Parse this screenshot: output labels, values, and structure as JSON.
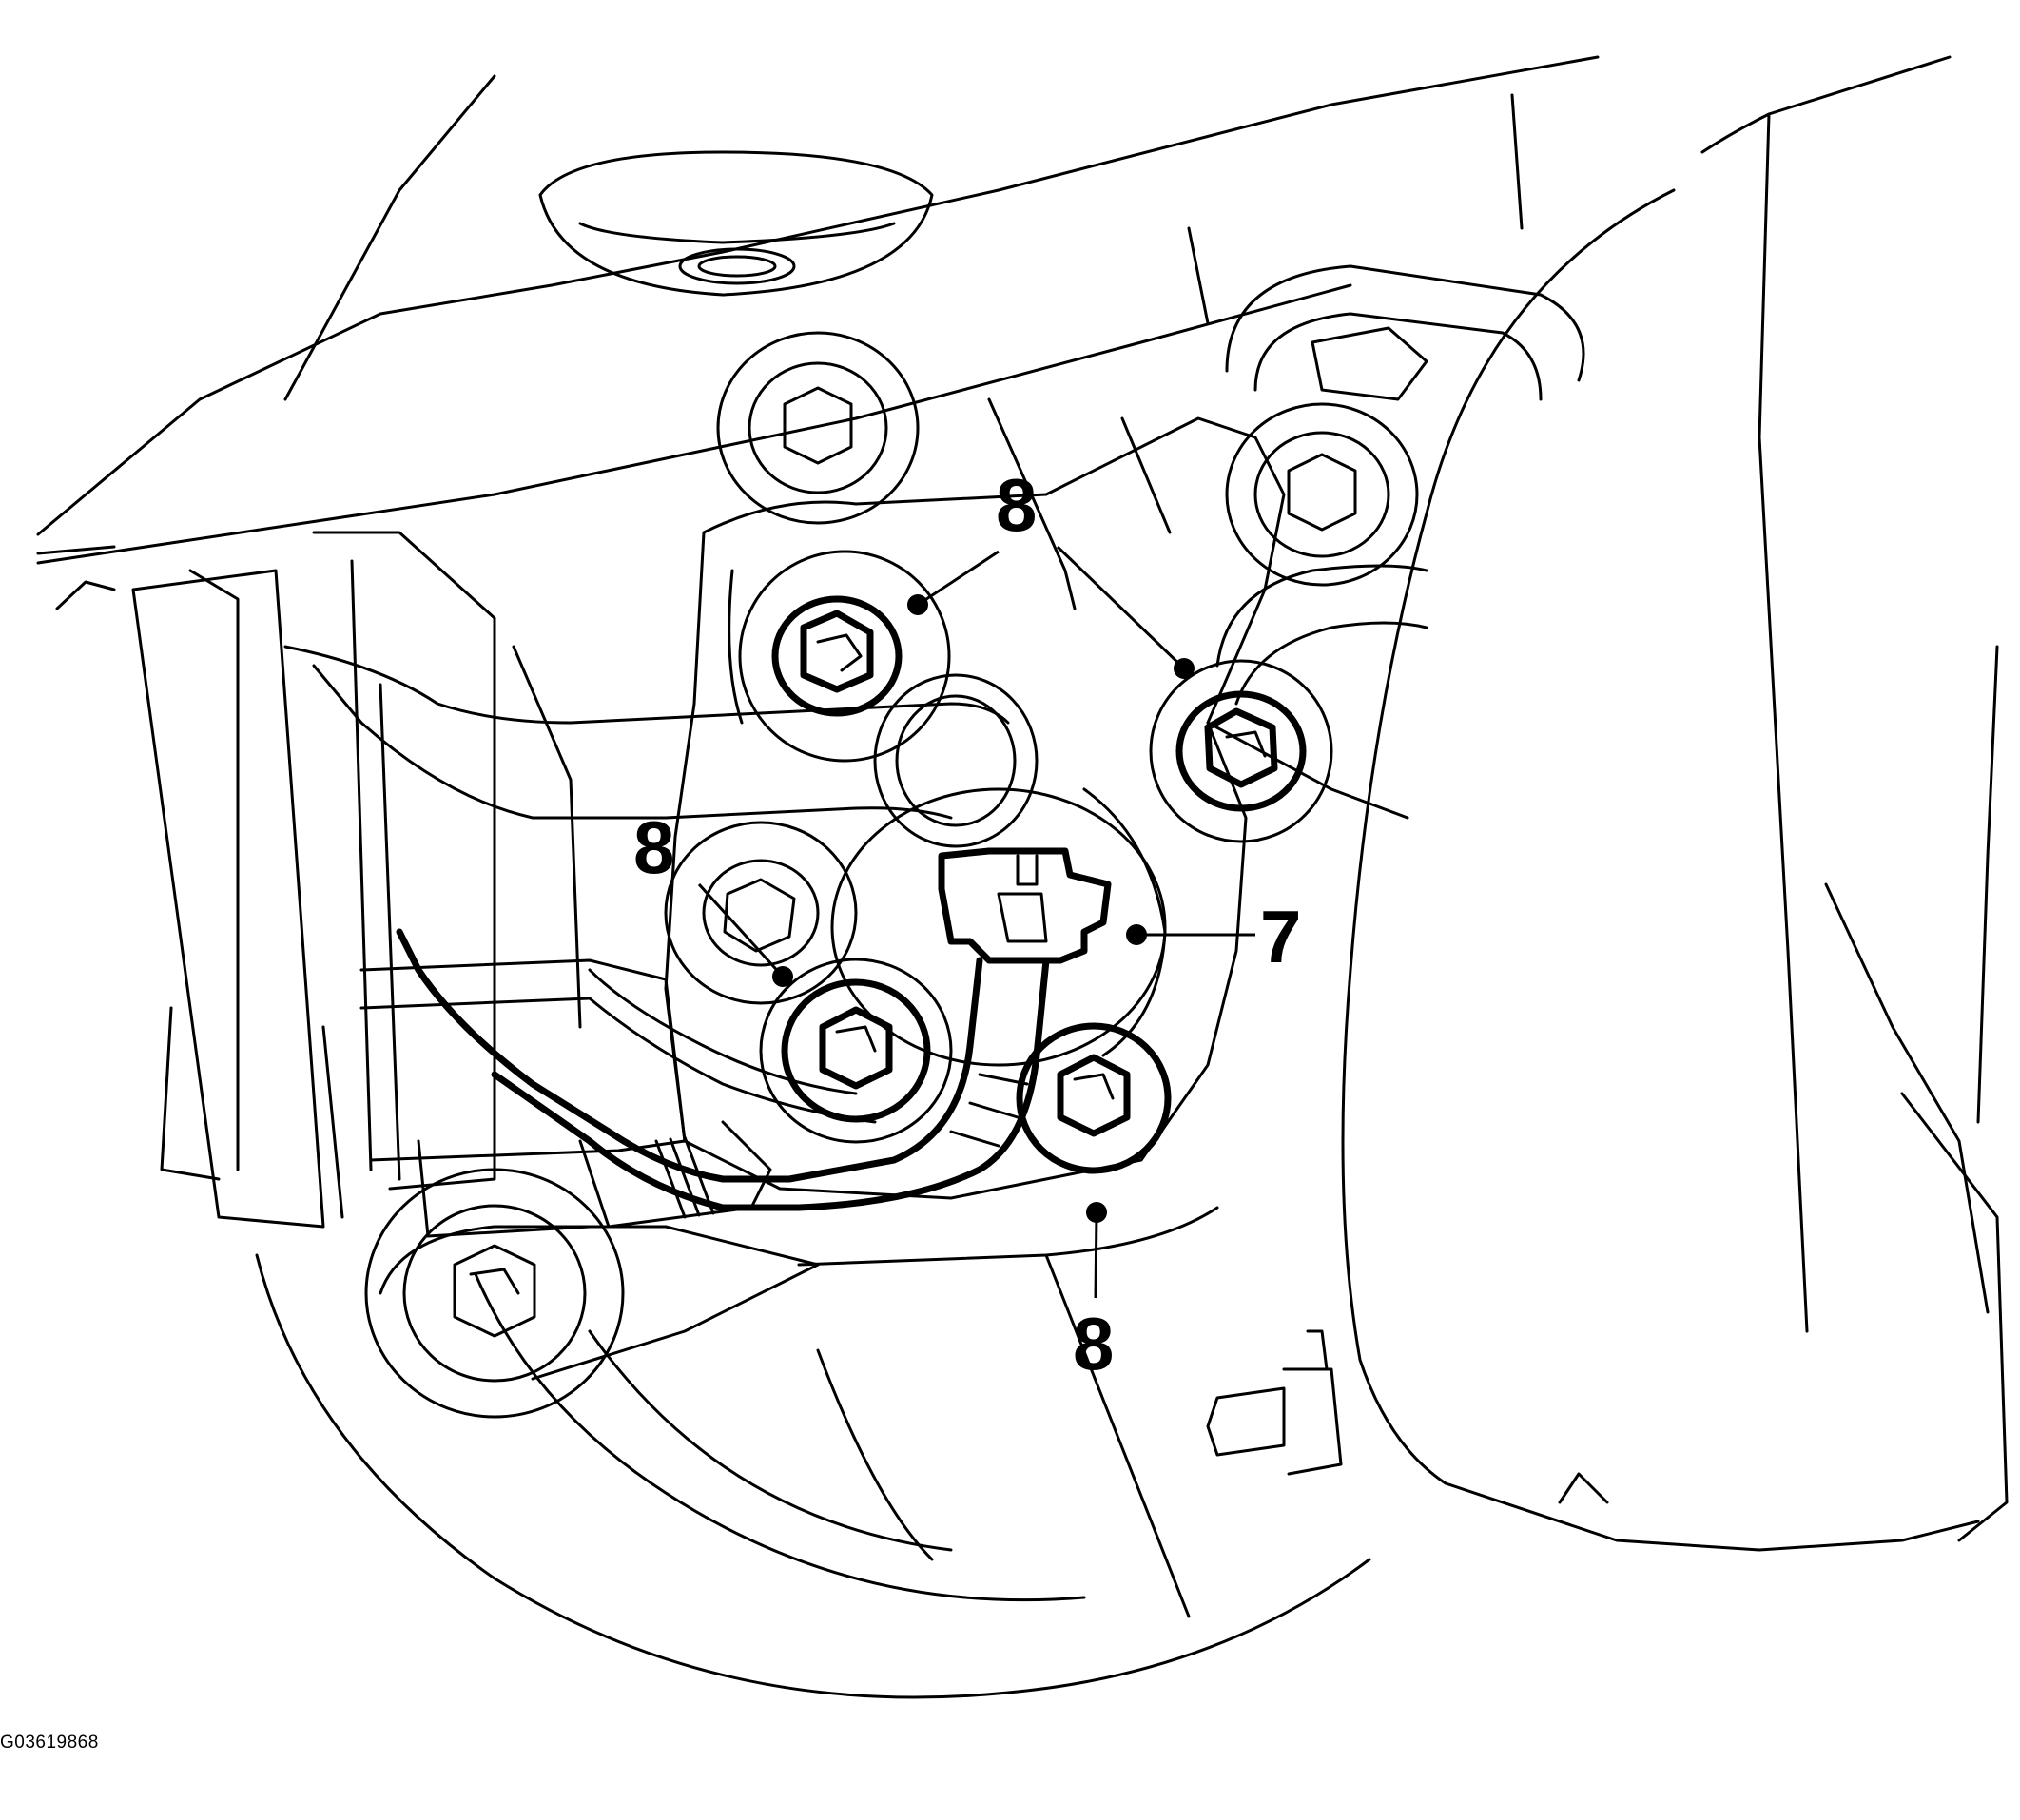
{
  "figure_id": "G03619868",
  "callouts": [
    {
      "id": "c1",
      "label": "8"
    },
    {
      "id": "c2",
      "label": "8"
    },
    {
      "id": "c3",
      "label": "7"
    },
    {
      "id": "c4",
      "label": "8"
    }
  ]
}
